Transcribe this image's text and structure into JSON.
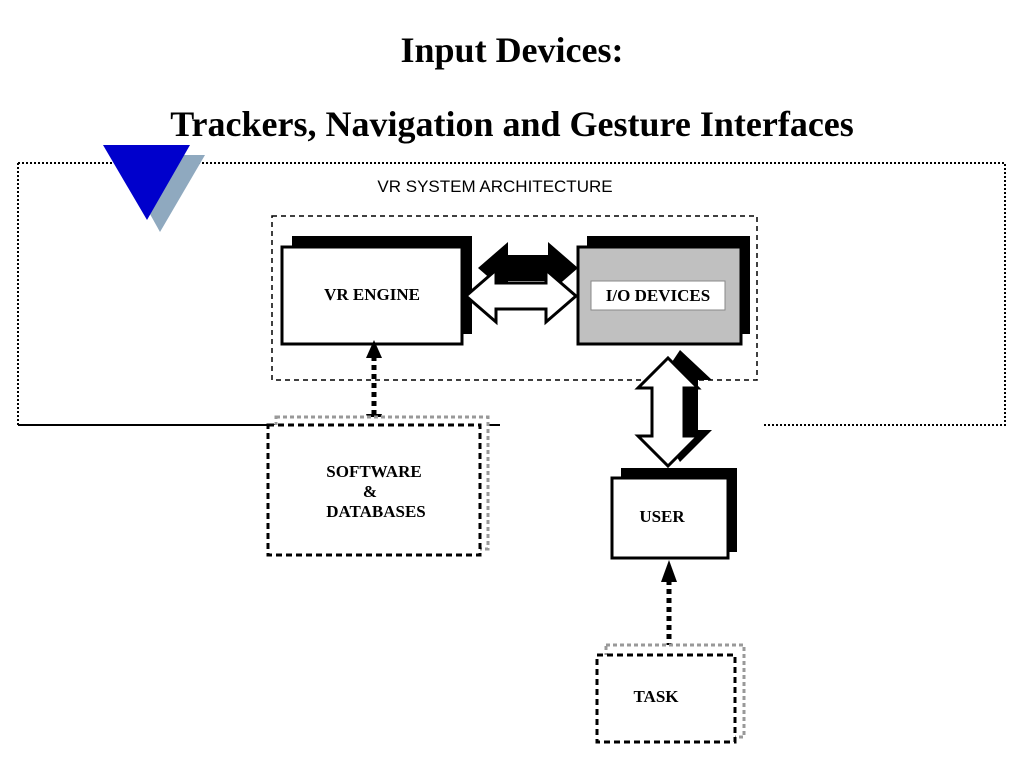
{
  "title": {
    "line1": "Input Devices:",
    "line2": "Trackers, Navigation and Gesture Interfaces"
  },
  "diagram": {
    "system_label": "VR  SYSTEM  ARCHITECTURE",
    "vr_engine": "VR ENGINE",
    "io_devices": "I/O DEVICES",
    "software_line1": "SOFTWARE",
    "software_line2": "&",
    "software_line3": "DATABASES",
    "user": "USER",
    "task": "TASK"
  },
  "colors": {
    "triangle_front": "#0000cc",
    "triangle_back": "#8fa9bf",
    "io_fill": "#c0c0c0",
    "line": "#000000"
  }
}
